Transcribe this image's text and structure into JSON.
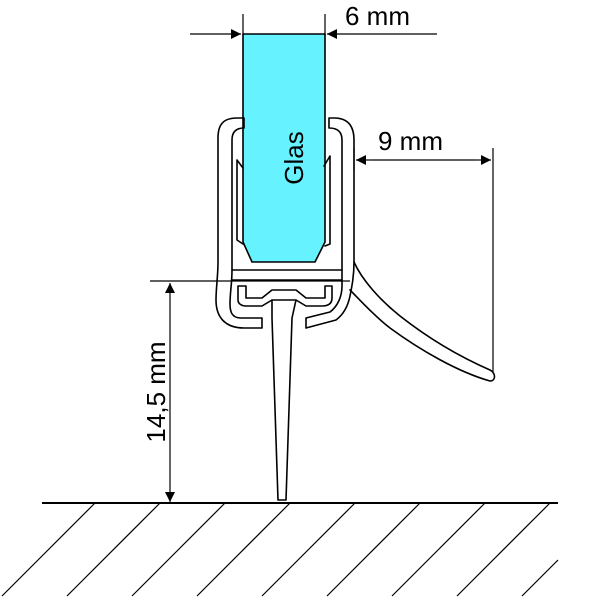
{
  "labels": {
    "glass": "Glas",
    "glass_thickness": "6 mm",
    "lip_width": "9 mm",
    "height": "14,5 mm"
  },
  "colors": {
    "glass_fill": "#66f2ff",
    "line": "#000000",
    "background": "#ffffff"
  }
}
